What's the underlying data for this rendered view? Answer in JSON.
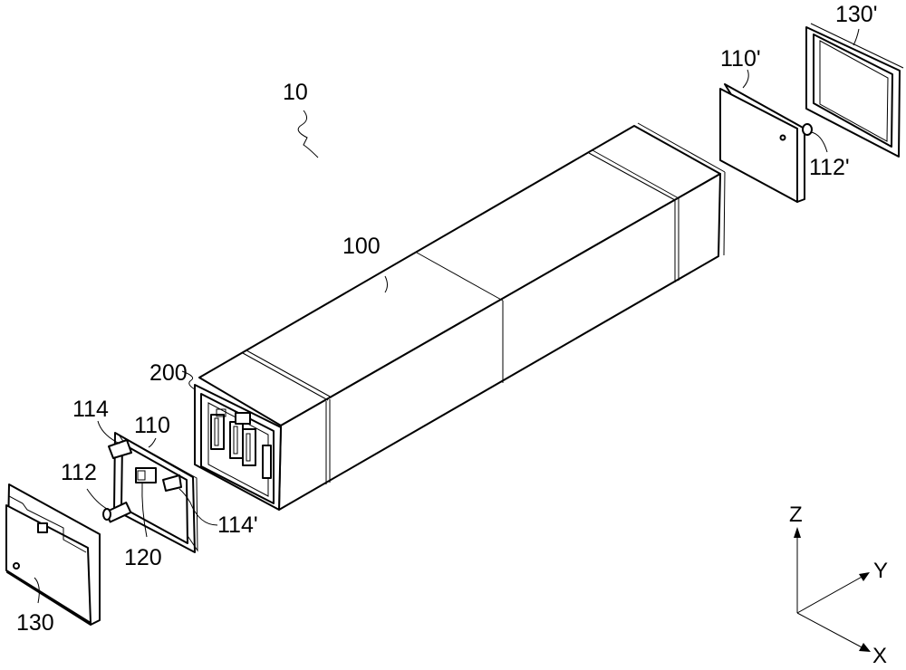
{
  "figure": {
    "labels": {
      "assembly": "10",
      "body": "100",
      "module": "200",
      "tab_left": "114",
      "plate_front": "110",
      "pin_front": "112",
      "connector": "120",
      "tab_right": "114'",
      "cover_front": "130",
      "plate_rear": "110'",
      "cover_rear": "130'",
      "pin_rear": "112'"
    },
    "axes": {
      "z": "Z",
      "y": "Y",
      "x": "X"
    }
  }
}
